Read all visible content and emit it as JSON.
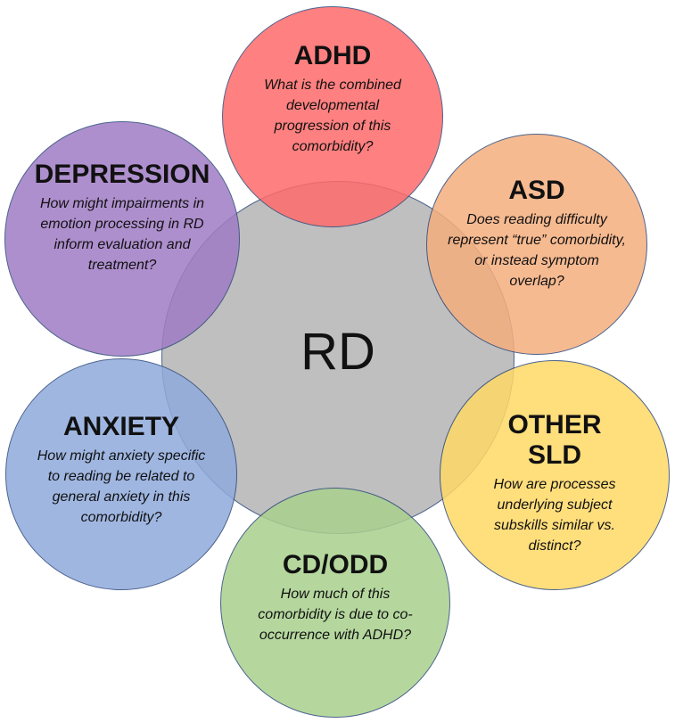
{
  "center": {
    "label": "RD",
    "color": "#b4b4b4"
  },
  "nodes": {
    "adhd": {
      "title": "ADHD",
      "question": "What is the combined developmental progression of this comorbidity?",
      "color": "#ff6b6b"
    },
    "asd": {
      "title": "ASD",
      "question": "Does reading difficulty represent “true” comorbidity, or instead symptom overlap?",
      "color": "#f5ae7e"
    },
    "other_sld": {
      "title": "OTHER SLD",
      "question": "How are processes underlying subject subskills similar vs. distinct?",
      "color": "#ffd966"
    },
    "cd_odd": {
      "title": "CD/ODD",
      "question": "How much of this comorbidity is due to co-occurrence with ADHD?",
      "color": "#a9d18e"
    },
    "anxiety": {
      "title": "ANXIETY",
      "question": "How might anxiety specific to reading be related to general anxiety in this comorbidity?",
      "color": "#8faadc"
    },
    "depression": {
      "title": "DEPRESSION",
      "question": "How might impairments in emotion processing in RD inform evaluation and treatment?",
      "color": "#a07cc5"
    }
  }
}
